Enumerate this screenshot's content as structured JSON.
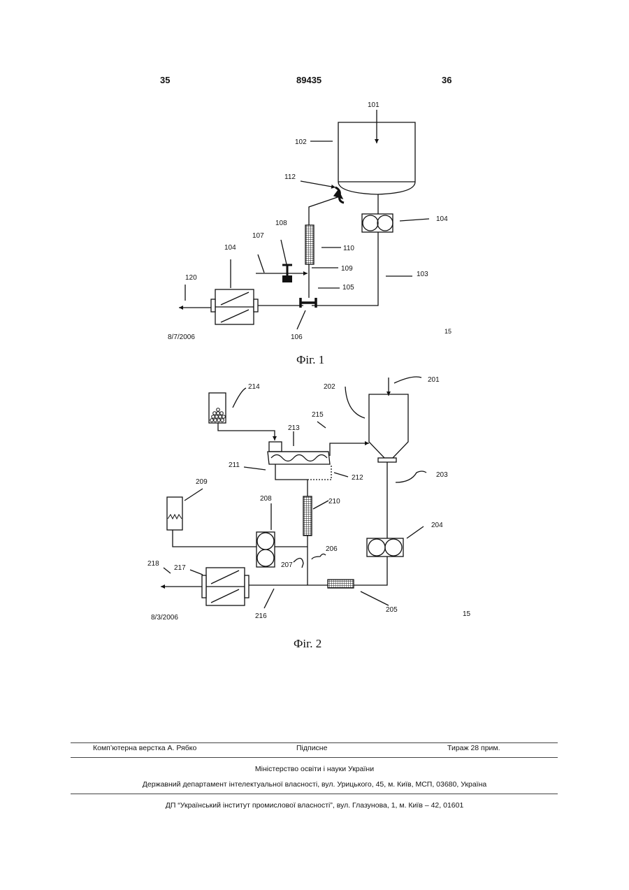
{
  "header": {
    "left_page": "35",
    "patent_number": "89435",
    "right_page": "36"
  },
  "figure1": {
    "caption": "Фіг. 1",
    "date": "8/7/2006",
    "corner_number": "15",
    "labels": {
      "l101": "101",
      "l102": "102",
      "l112": "112",
      "l104a": "104",
      "l108": "108",
      "l110": "110",
      "l107": "107",
      "l109": "109",
      "l104b": "104",
      "l120": "120",
      "l105": "105",
      "l103": "103",
      "l106": "106"
    }
  },
  "figure2": {
    "caption": "Фіг. 2",
    "date": "8/3/2006",
    "corner_number": "15",
    "labels": {
      "l201": "201",
      "l202": "202",
      "l214": "214",
      "l215": "215",
      "l213": "213",
      "l211": "211",
      "l212": "212",
      "l203": "203",
      "l209": "209",
      "l208": "208",
      "l210": "210",
      "l204": "204",
      "l206": "206",
      "l207": "207",
      "l218": "218",
      "l217": "217",
      "l216": "216",
      "l205": "205"
    }
  },
  "footer": {
    "layout": "Комп’ютерна верстка А. Рябко",
    "subscription": "Підписне",
    "circulation": "Тираж 28 прим.",
    "ministry": "Міністерство освіти і науки України",
    "department": "Державний департамент інтелектуальної власності, вул. Урицького, 45, м. Київ, МСП, 03680, Україна",
    "institute": "ДП “Український інститут промислової власності”, вул. Глазунова, 1, м. Київ – 42, 01601"
  }
}
